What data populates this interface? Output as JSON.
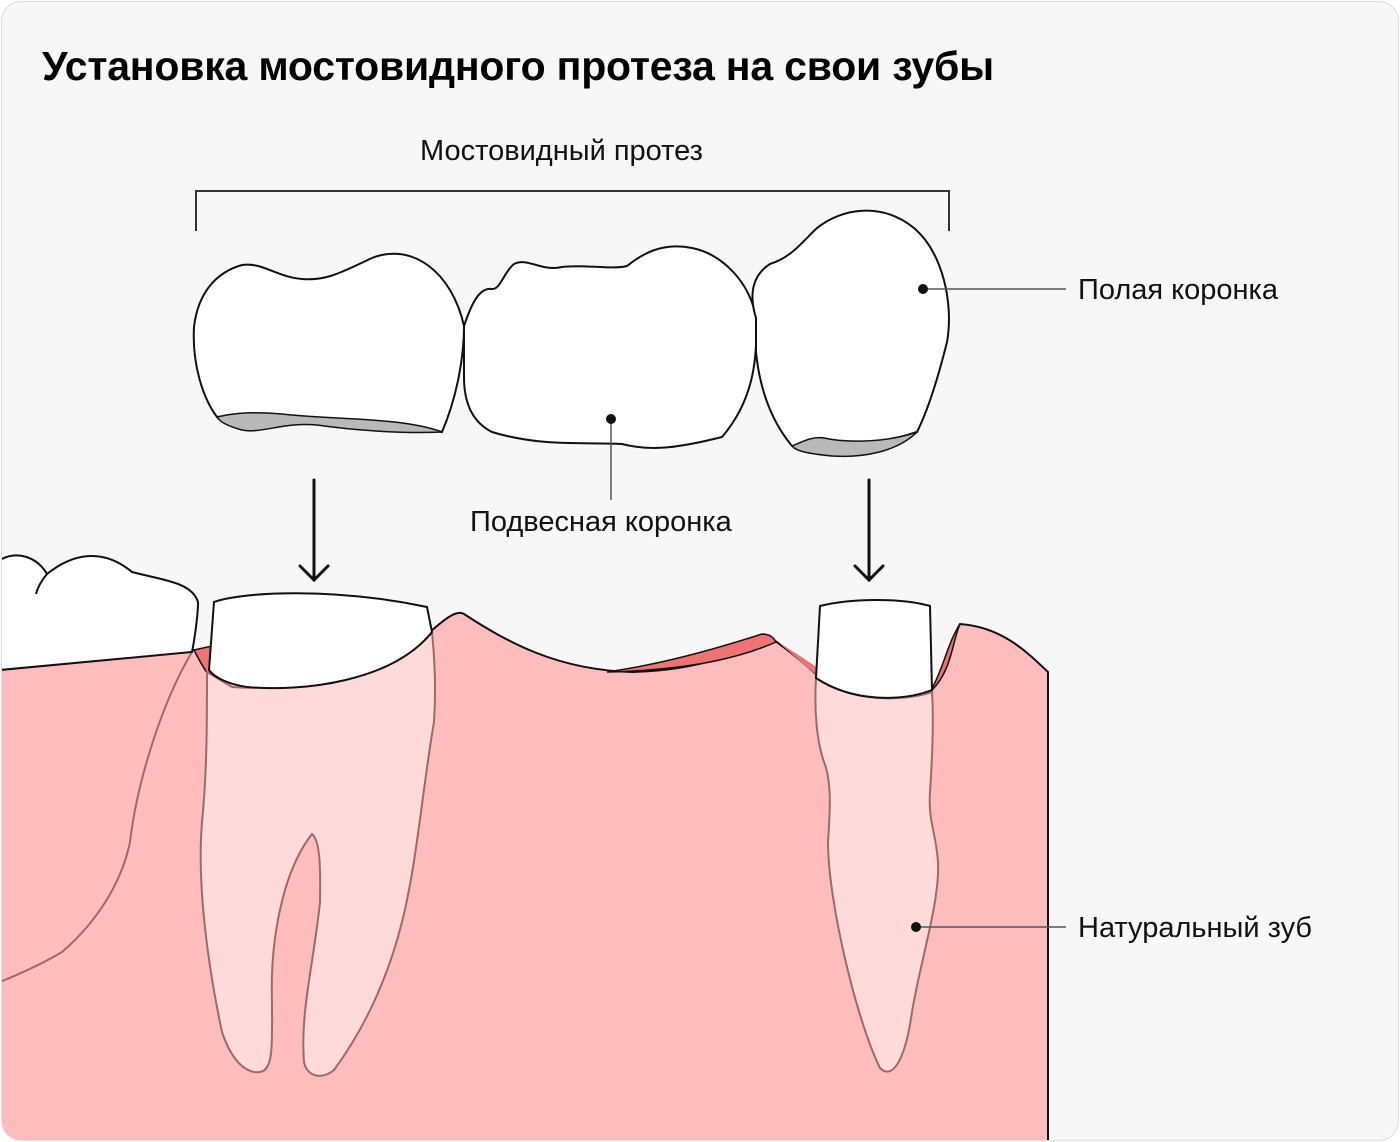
{
  "title": "Установка мостовидного протеза на свои зубы",
  "labels": {
    "bridge": "Мостовидный протез",
    "hollow_crown": "Полая коронка",
    "pontic_crown": "Подвесная коронка",
    "natural_tooth": "Натуральный зуб"
  },
  "colors": {
    "background": "#f7f7f7",
    "gum": "#ffbcbc",
    "gum_dark": "#ef7373",
    "root": "#ffdada",
    "root_stroke": "#a06868",
    "crown_fill": "#ffffff",
    "crown_shadow": "#b9b9b9",
    "outline": "#111111"
  },
  "icons": {
    "arrow": "arrow-down-icon",
    "marker": "dot-marker-icon"
  }
}
